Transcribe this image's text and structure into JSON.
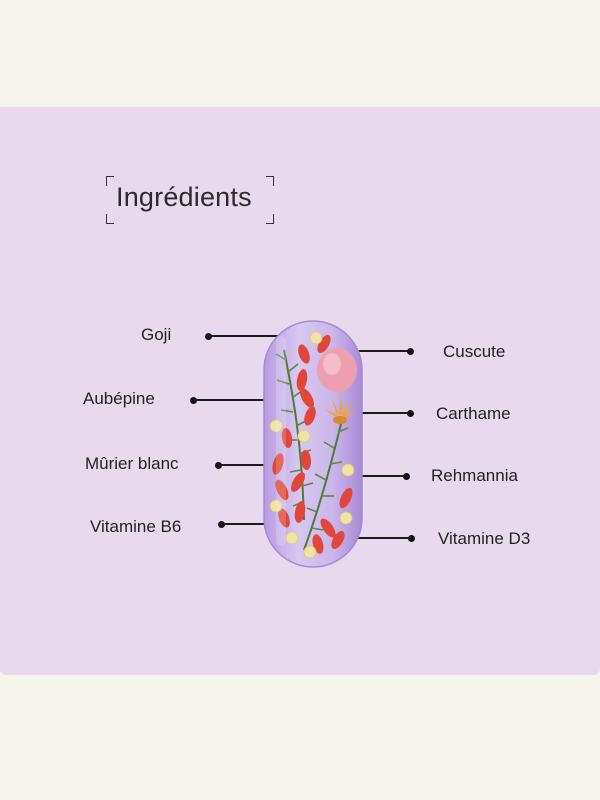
{
  "title": "Ingrédients",
  "ingredients_left": [
    {
      "label": "Goji"
    },
    {
      "label": "Aubépine"
    },
    {
      "label": "Mûrier blanc"
    },
    {
      "label": "Vitamine B6"
    }
  ],
  "ingredients_right": [
    {
      "label": "Cuscute"
    },
    {
      "label": "Carthame"
    },
    {
      "label": "Rehmannia"
    },
    {
      "label": "Vitamine D3"
    }
  ],
  "colors": {
    "page_background": "#f7f4ec",
    "panel_background": "#e8d9ee",
    "capsule": "#c9b3e6",
    "goji": "#e0473a",
    "leaf": "#4f7a3a",
    "flower": "#f2a341",
    "petal": "#ee9fb2"
  }
}
